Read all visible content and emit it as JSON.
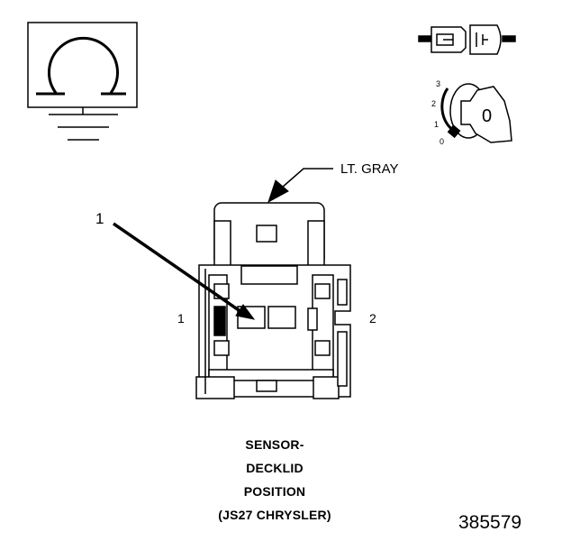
{
  "callouts": {
    "wire_color": "LT. GRAY",
    "terminal_callout": "1"
  },
  "pins": {
    "left": "1",
    "right": "2"
  },
  "ignition_key": {
    "positions": [
      "3",
      "2",
      "1",
      "0"
    ],
    "key_label": "0"
  },
  "caption": {
    "line1": "SENSOR-",
    "line2": "DECKLID",
    "line3": "POSITION",
    "line4": "(JS27 CHRYSLER)"
  },
  "figure_number": "385579"
}
